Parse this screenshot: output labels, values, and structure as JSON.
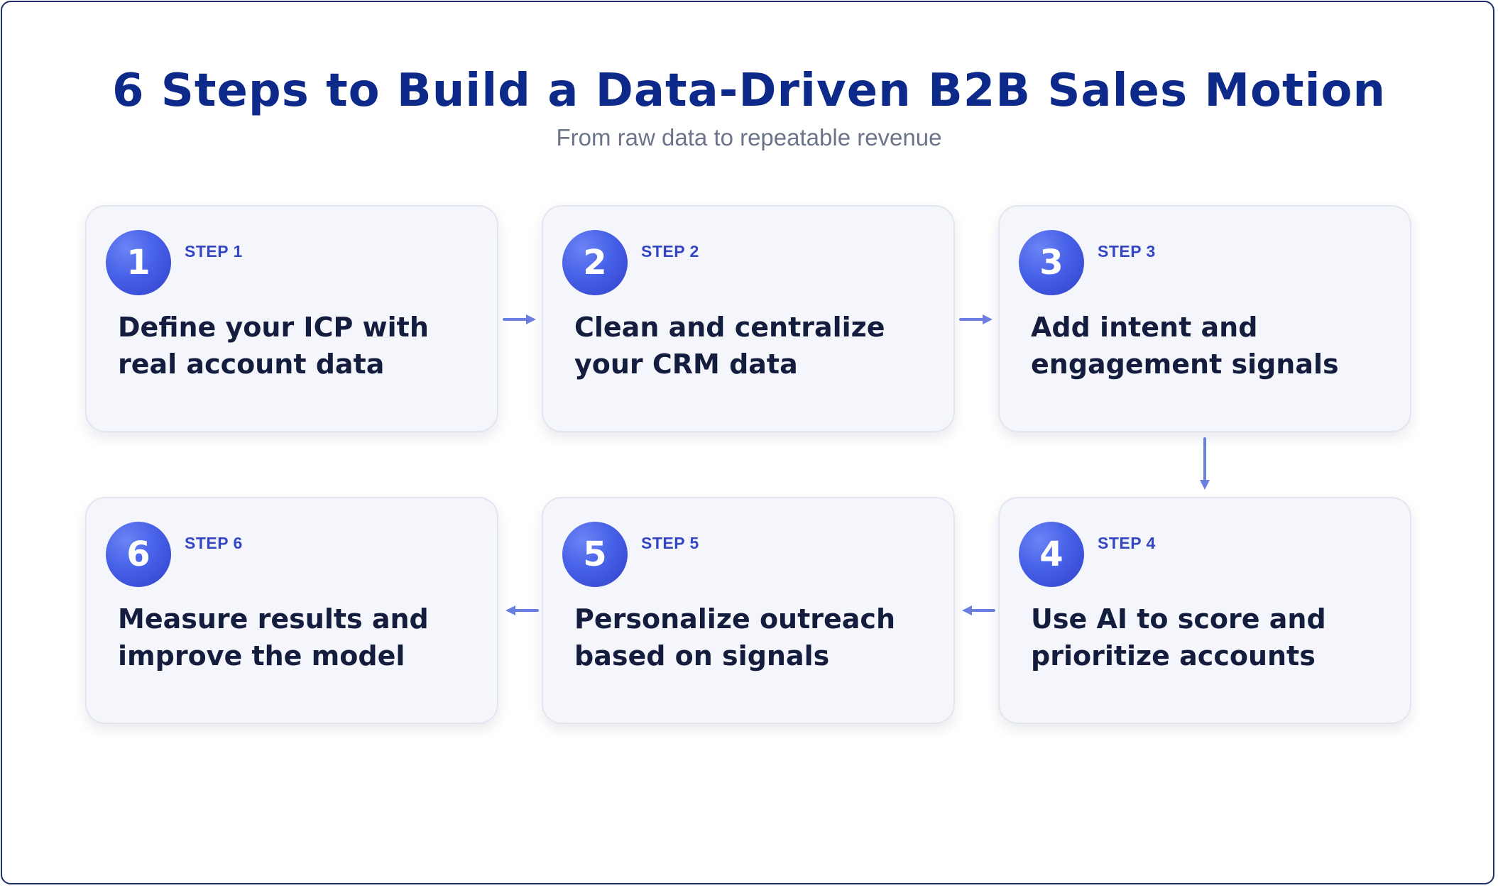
{
  "header": {
    "title": "6 Steps to Build a Data-Driven B2B Sales Motion",
    "subtitle": "From raw data to repeatable revenue"
  },
  "colors": {
    "title": "#0d2a8a",
    "accent": "#4761e8",
    "arrow": "#6b7fe0",
    "card_bg": "#f5f6fb",
    "text": "#141d3d"
  },
  "steps": [
    {
      "number": "1",
      "label": "STEP 1",
      "text": "Define your ICP with real account data"
    },
    {
      "number": "2",
      "label": "STEP 2",
      "text": "Clean and centralize your CRM data"
    },
    {
      "number": "3",
      "label": "STEP 3",
      "text": "Add intent and engagement signals"
    },
    {
      "number": "4",
      "label": "STEP 4",
      "text": "Use AI to score and prioritize accounts"
    },
    {
      "number": "5",
      "label": "STEP 5",
      "text": "Personalize outreach based on signals"
    },
    {
      "number": "6",
      "label": "STEP 6",
      "text": "Measure results and improve the model"
    }
  ]
}
